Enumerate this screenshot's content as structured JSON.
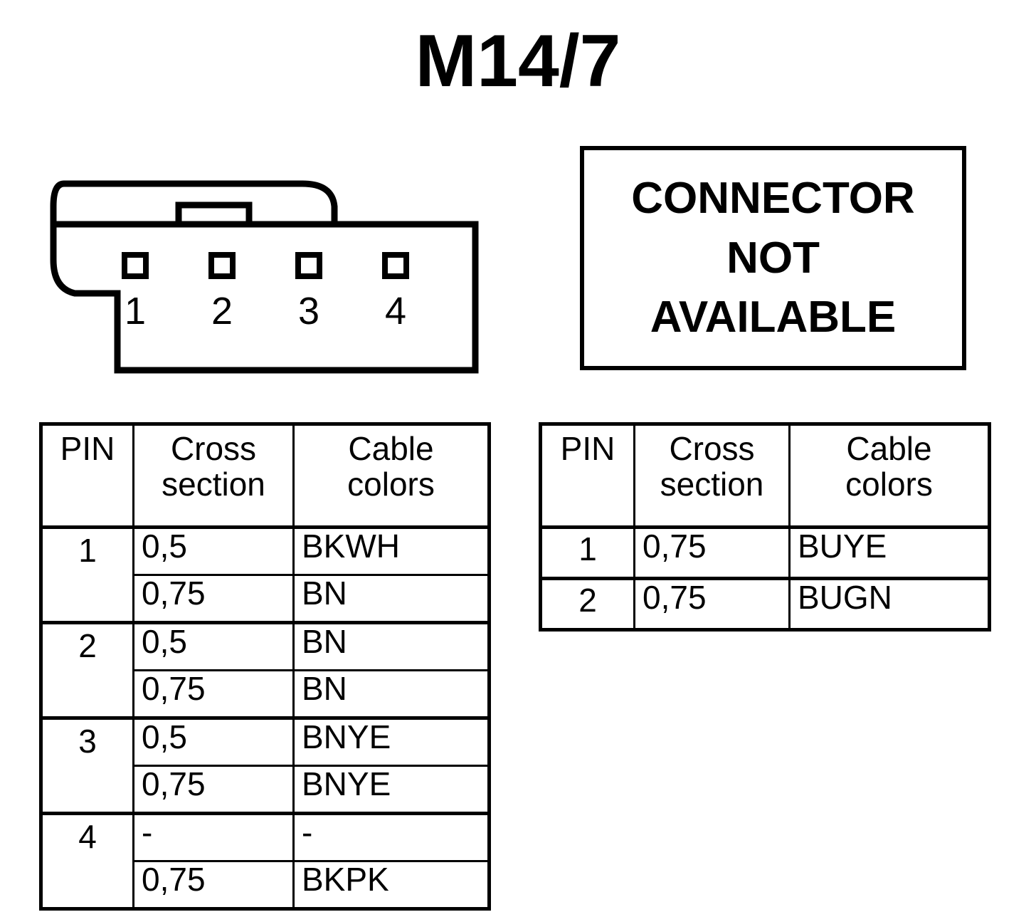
{
  "title": "M14/7",
  "connector": {
    "pin_labels": [
      "1",
      "2",
      "3",
      "4"
    ],
    "pin_count": 4,
    "line_color": "#000000"
  },
  "notice": {
    "lines": [
      "CONNECTOR",
      "NOT",
      "AVAILABLE"
    ]
  },
  "tables": {
    "left": {
      "headers": {
        "pin": "PIN",
        "cross_section": [
          "Cross",
          "section"
        ],
        "cable_colors": [
          "Cable",
          "colors"
        ]
      },
      "groups": [
        {
          "pin": "1",
          "rows": [
            {
              "cross_section": "0,5",
              "cable_colors": "BKWH"
            },
            {
              "cross_section": "0,75",
              "cable_colors": "BN"
            }
          ]
        },
        {
          "pin": "2",
          "rows": [
            {
              "cross_section": "0,5",
              "cable_colors": "BN"
            },
            {
              "cross_section": "0,75",
              "cable_colors": "BN"
            }
          ]
        },
        {
          "pin": "3",
          "rows": [
            {
              "cross_section": "0,5",
              "cable_colors": "BNYE"
            },
            {
              "cross_section": "0,75",
              "cable_colors": "BNYE"
            }
          ]
        },
        {
          "pin": "4",
          "rows": [
            {
              "cross_section": "-",
              "cable_colors": "-"
            },
            {
              "cross_section": "0,75",
              "cable_colors": "BKPK"
            }
          ]
        }
      ]
    },
    "right": {
      "headers": {
        "pin": "PIN",
        "cross_section": [
          "Cross",
          "section"
        ],
        "cable_colors": [
          "Cable",
          "colors"
        ]
      },
      "groups": [
        {
          "pin": "1",
          "rows": [
            {
              "cross_section": "0,75",
              "cable_colors": "BUYE"
            }
          ]
        },
        {
          "pin": "2",
          "rows": [
            {
              "cross_section": "0,75",
              "cable_colors": "BUGN"
            }
          ]
        }
      ]
    }
  }
}
